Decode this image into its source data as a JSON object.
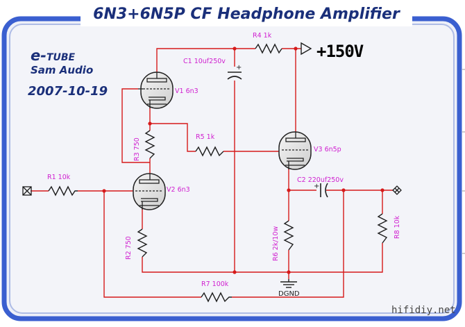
{
  "title": "6N3+6N5P CF Headphone Amplifier",
  "logo": {
    "brand_e": "e-",
    "brand_tube": "TUBE",
    "maker": "Sam Audio",
    "date": "2007-10-19"
  },
  "supply_label": "+150V",
  "watermark": "hifidiy.net",
  "components": {
    "r1": "R1  10k",
    "r2": "R2  750",
    "r3": "R3  750",
    "r4": "R4  1k",
    "r5": "R5  1k",
    "r6": "R6  2k/10w",
    "r7": "R7  100k",
    "r8": "R8  10k",
    "c1": "C1  10uf250v",
    "c2": "C2  220uf250v",
    "v1": "V1  6n3",
    "v2": "V2  6n3",
    "v3": "V3  6n5p",
    "ground": "DGND"
  },
  "colors": {
    "wire": "#d61a1a",
    "part": "#1e1e1e",
    "label": "#d020d0",
    "frame": "#3a5fd0",
    "title_text": "#1a2f7a"
  }
}
